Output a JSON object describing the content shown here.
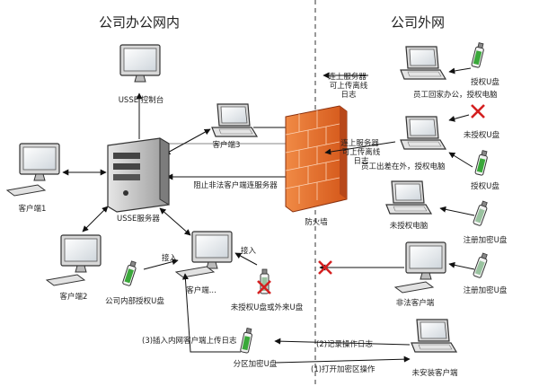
{
  "regions": {
    "internal": "公司办公网内",
    "external": "公司外网"
  },
  "nodes": {
    "console": "USSE 控制台",
    "server": "USSE服务器",
    "client1": "客户端1",
    "client2": "客户端2",
    "client3": "客户端3",
    "client_dots": "客户端...",
    "firewall": "防火墙",
    "unauth_pc": "未授权电脑",
    "illegal_client": "非法客户端",
    "no_client_pc": "未安装客户端",
    "home_pc_note": "员工回家办公，授权电脑",
    "travel_pc_note": "员工出差在外，授权电脑",
    "authorized_usb_1": "授权U盘",
    "unauth_usb": "未授权U盘",
    "authorized_usb_2": "授权U盘",
    "registered_usb_1": "注册加密U盘",
    "registered_usb_2": "注册加密U盘",
    "internal_usb": "公司内部授权U盘",
    "unauth_or_foreign_usb": "未授权U盘或外来U盘",
    "partition_usb": "分区加密U盘"
  },
  "labels": {
    "block_illegal": "阻止非法客户端连服务器",
    "connect1": "连上服务器\n可上传离线\n日志",
    "connect2": "连上服务器\n可上传离线\n日志",
    "insert1": "接入",
    "insert2": "接入",
    "step1": "(1)打开加密区操作",
    "step2": "(2)记录操作日志",
    "step3": "(3)插入内网客户端上传日志"
  },
  "colors": {
    "firewall": "#e8742e",
    "cross": "#d42020",
    "usb_green": "#3aa83a"
  }
}
